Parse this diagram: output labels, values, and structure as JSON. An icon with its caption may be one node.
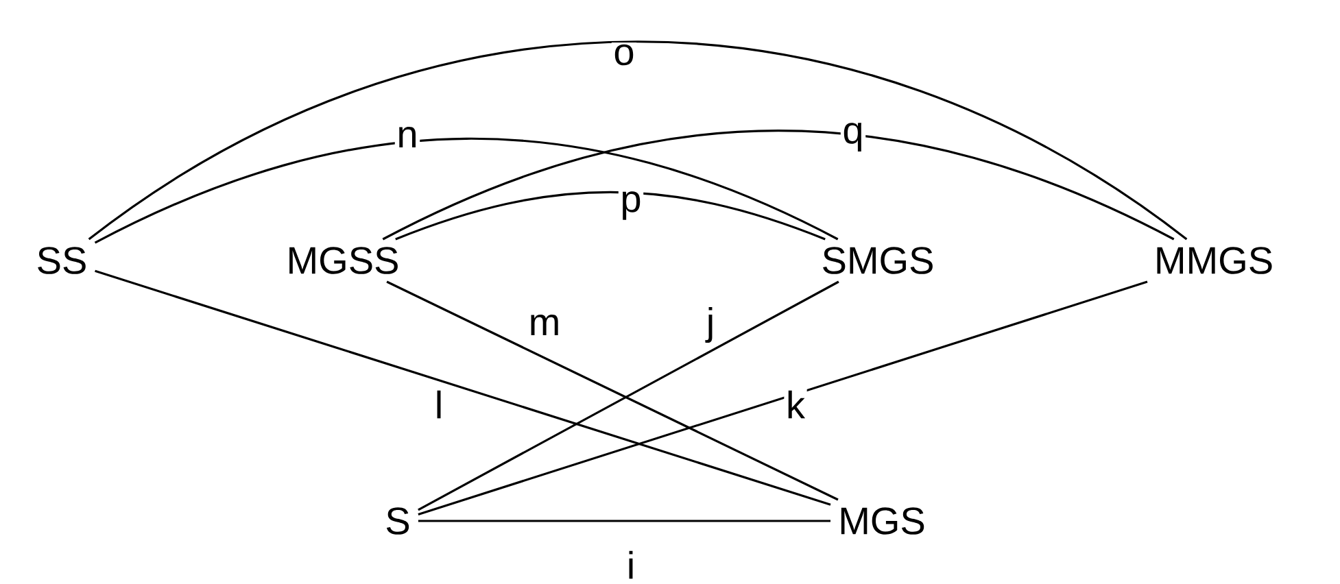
{
  "diagram": {
    "nodes": [
      {
        "text": [
          "SS"
        ]
      },
      {
        "text": [
          "MGSS"
        ]
      },
      {
        "text": [
          "SMGS"
        ]
      },
      {
        "text": [
          "MMGS"
        ]
      },
      {
        "text": [
          "S"
        ]
      },
      {
        "text": [
          "MGS"
        ]
      }
    ],
    "edges": [
      {
        "from": 0,
        "to": 3,
        "arrow": "none",
        "label": "o"
      },
      {
        "from": 0,
        "to": 2,
        "arrow": "none",
        "label": "n"
      },
      {
        "from": 1,
        "to": 3,
        "arrow": "none",
        "label": "q"
      },
      {
        "from": 1,
        "to": 2,
        "arrow": "none",
        "label": "p"
      },
      {
        "from": 1,
        "to": 5,
        "arrow": "none",
        "label": "m"
      },
      {
        "from": 2,
        "to": 4,
        "arrow": "none",
        "label": "j"
      },
      {
        "from": 0,
        "to": 5,
        "arrow": "none",
        "label": "l"
      },
      {
        "from": 3,
        "to": 4,
        "arrow": "none",
        "label": "k"
      },
      {
        "from": 4,
        "to": 5,
        "arrow": "none",
        "label": "i"
      }
    ]
  }
}
